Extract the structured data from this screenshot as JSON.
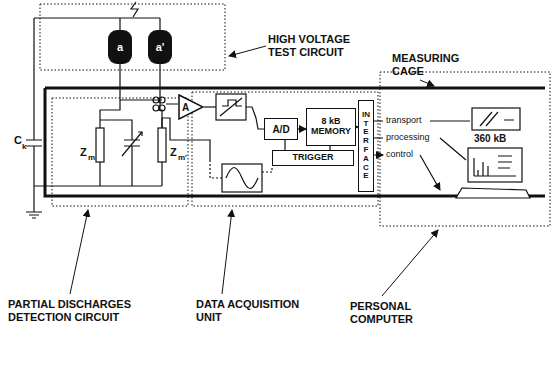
{
  "diagram": {
    "nodes": [
      {
        "text": [
          "A/D"
        ]
      },
      {
        "text": [
          "8 kB MEMORY"
        ]
      },
      {
        "text": [
          "TRIGGER"
        ]
      },
      {
        "text": [
          "INTERFACE"
        ]
      },
      {
        "text": [
          "A"
        ]
      },
      {
        "text": [
          "a"
        ]
      },
      {
        "text": [
          "a'"
        ]
      }
    ],
    "edges": [
      {
        "from": 0,
        "to": 1,
        "arrow": "to"
      },
      {
        "from": 1,
        "to": 3,
        "arrow": "to"
      },
      {
        "from": 2,
        "to": 0,
        "arrow": "none"
      },
      {
        "from": 2,
        "to": 1,
        "arrow": "none"
      }
    ],
    "labels": [
      "HIGH VOLTAGE TEST CIRCUIT",
      "MEASURING CAGE",
      "C",
      "k",
      "Z",
      "m",
      "Z",
      "m'",
      "transport",
      "processing",
      "control",
      "360 kB",
      "PARTIAL DISCHARGES DETECTION CIRCUIT",
      "DATA ACQUISITION UNIT",
      "PERSONAL COMPUTER"
    ]
  }
}
